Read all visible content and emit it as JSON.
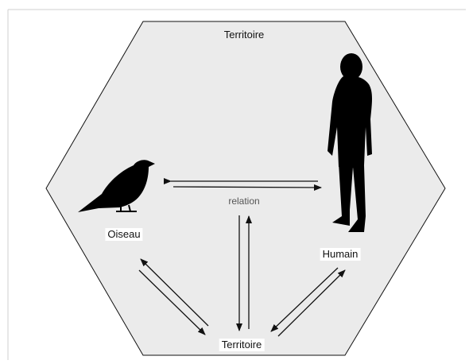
{
  "diagram": {
    "title": "Territoire",
    "nodes": {
      "bird": "Oiseau",
      "human": "Humain",
      "territory": "Territoire"
    },
    "edge_label": "relation",
    "colors": {
      "hexagon_fill": "#ebebeb",
      "stroke": "#111111",
      "silhouette": "#000000"
    }
  }
}
